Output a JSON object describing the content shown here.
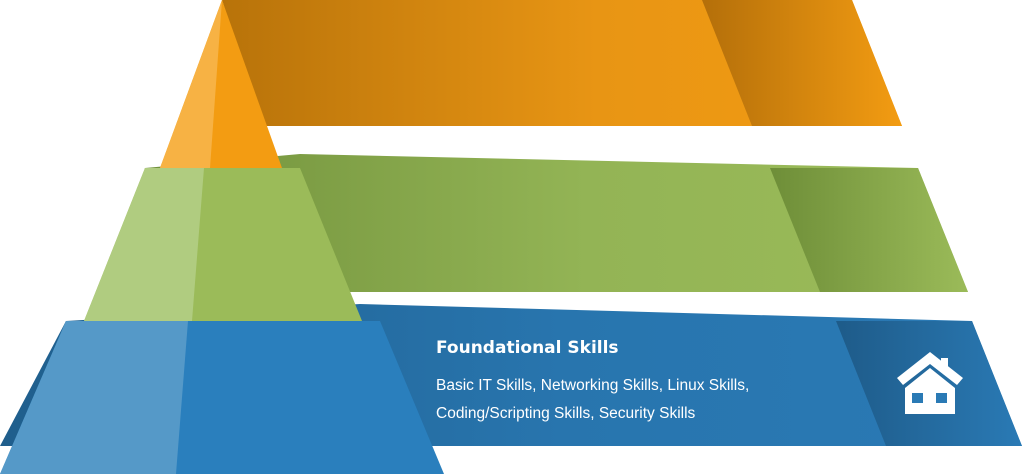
{
  "tiers": [
    {
      "id": "top",
      "color": "#F39C12",
      "title": "",
      "lines": []
    },
    {
      "id": "middle",
      "color": "#9BBB59",
      "title": "",
      "lines": []
    },
    {
      "id": "bottom",
      "color": "#2A7AB5",
      "title": "Foundational Skills",
      "lines": [
        "Basic IT Skills, Networking Skills, Linux Skills,",
        "Coding/Scripting Skills, Security Skills"
      ],
      "icon": "house-icon"
    }
  ]
}
